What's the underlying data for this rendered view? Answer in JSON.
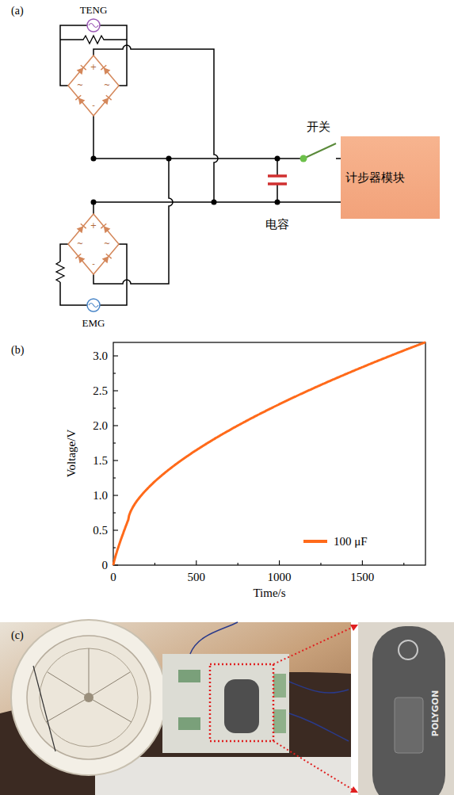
{
  "diagram": {
    "nodes": [
      {
        "text": [
          "计步器模块"
        ]
      }
    ],
    "labels": [
      "(a)",
      "TENG",
      "+",
      "~",
      "~",
      "-",
      "开关",
      "电容",
      "+",
      "~",
      "~",
      "-",
      "EMG",
      "(b)",
      "0",
      "0.5",
      "1.0",
      "1.5",
      "2.0",
      "2.5",
      "3.0",
      "0",
      "500",
      "1000",
      "1500",
      "Voltage/V",
      "Time/s",
      "(c)",
      "POLYGON"
    ],
    "legend": [
      {
        "text": "100 μF"
      }
    ]
  }
}
